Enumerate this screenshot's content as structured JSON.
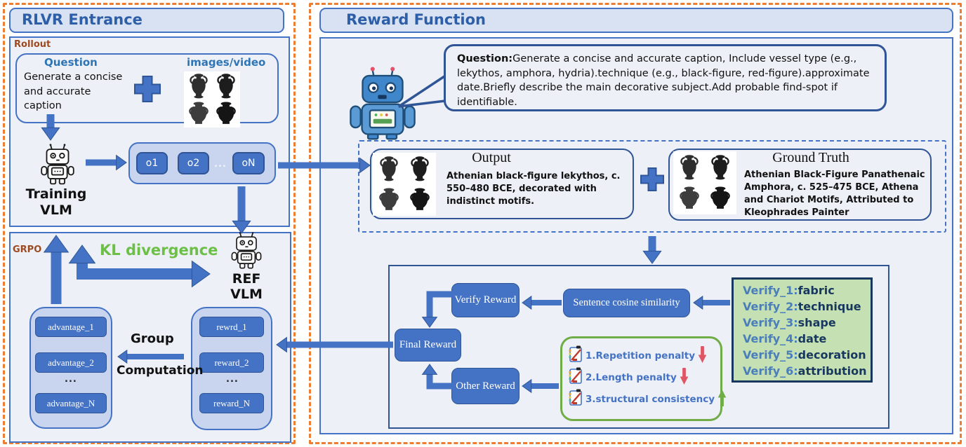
{
  "colors": {
    "accent_blue": "#4472C4",
    "dark_blue": "#2F5597",
    "navy": "#17375E",
    "orange_dashed": "#ED7D31",
    "panel_bg": "#EDF0F6",
    "header_bg": "#D9E2F3",
    "container_bg": "#C9D5EE",
    "green_box_bg": "#C5E0B3",
    "green_border": "#70AD47",
    "green_text": "#6CBF47",
    "brown_label": "#9E4A21",
    "red_arrow": "#E05565"
  },
  "left_panel": {
    "title": "RLVR Entrance",
    "rollout_label": "Rollout",
    "question": {
      "title": "Question",
      "text": "Generate a concise and accurate caption"
    },
    "images_label": "images/video",
    "training_vlm": "Training VLM",
    "outputs": [
      "o1",
      "o2",
      "...",
      "oN"
    ],
    "grpo_label": "GRPO",
    "kl_label": "KL divergence",
    "ref_vlm": "REF VLM",
    "advantages": [
      "advantage_1",
      "advantage_2",
      "...",
      "advantage_N"
    ],
    "rewards": [
      "rewrd_1",
      "reward_2",
      "...",
      "reward_N"
    ],
    "group_label": "Group",
    "computation_label": "Computation"
  },
  "right_panel": {
    "title": "Reward Function",
    "question_bubble": {
      "label": "Question:",
      "text": "Generate a concise and accurate caption,  Include vessel type (e.g., lekythos, amphora, hydria).technique (e.g., black-figure, red-figure).approximate date.Briefly describe the main decorative subject.Add probable find-spot if identifiable."
    },
    "output_box": {
      "title": "Output",
      "caption": "Athenian black-figure lekythos, c. 550–480 BCE, decorated with indistinct motifs."
    },
    "ground_truth_box": {
      "title": "Ground Truth",
      "caption": "Athenian Black-Figure Panathenaic Amphora, c. 525–475 BCE, Athena and Chariot Motifs, Attributed to Kleophrades Painter"
    },
    "verify_reward": "Verify Reward",
    "sentence_cosine": "Sentence cosine similarity",
    "final_reward": "Final Reward",
    "other_reward": "Other Reward",
    "verify_list": [
      {
        "key": "Verify_1:",
        "value": "fabric"
      },
      {
        "key": "Verify_2:",
        "value": "technique"
      },
      {
        "key": "Verify_3:",
        "value": "shape"
      },
      {
        "key": "Verify_4:",
        "value": "date"
      },
      {
        "key": "Verify_5:",
        "value": "decoration"
      },
      {
        "key": "Verify_6:",
        "value": "attribution"
      }
    ],
    "penalties": [
      {
        "text": "1.Repetition penalty",
        "direction": "down"
      },
      {
        "text": "2.Length penalty",
        "direction": "down"
      },
      {
        "text": "3.structural consistency",
        "direction": "up"
      }
    ]
  }
}
